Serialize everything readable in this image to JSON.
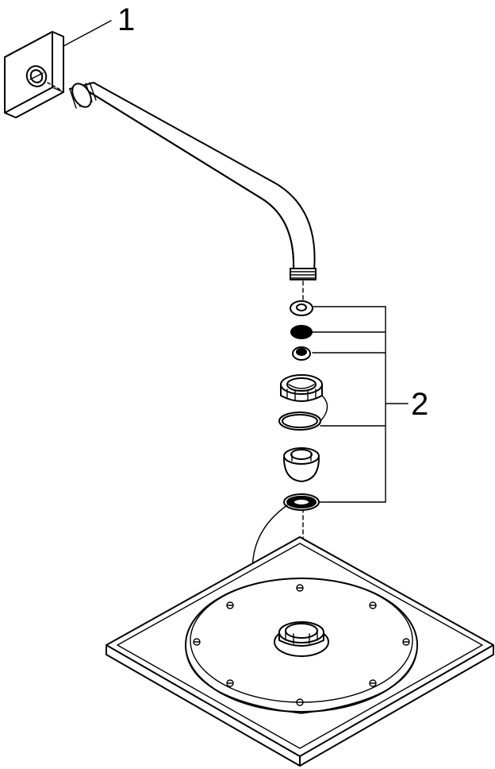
{
  "callouts": [
    {
      "number": "1",
      "part": "wall-flange-and-shower-arm"
    },
    {
      "number": "2",
      "part": "connection-fittings-set"
    }
  ],
  "colors": {
    "line": "#000000",
    "background": "#ffffff"
  }
}
